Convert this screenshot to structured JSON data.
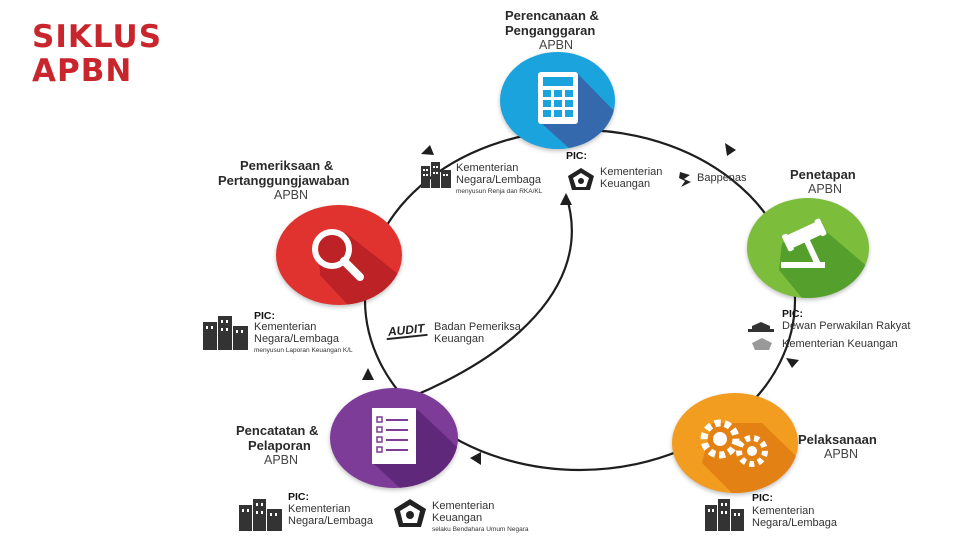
{
  "title": {
    "line1": "SIKLUS",
    "line2": "APBN"
  },
  "colors": {
    "title": "#c8262c",
    "blue": "#1aa3dc",
    "green": "#7cbd3b",
    "orange": "#f29d1f",
    "purple": "#7d3c98",
    "red": "#e0322f"
  },
  "stages": {
    "perencanaan": {
      "name1": "Perencanaan &",
      "name2": "Penganggaran",
      "sub": "APBN",
      "icon": "calculator-icon"
    },
    "penetapan": {
      "name1": "Penetapan",
      "sub": "APBN",
      "icon": "gavel-icon"
    },
    "pelaksanaan": {
      "name1": "Pelaksanaan",
      "sub": "APBN",
      "icon": "gears-icon"
    },
    "pencatatan": {
      "name1": "Pencatatan &",
      "name2": "Pelaporan",
      "sub": "APBN",
      "icon": "checklist-icon"
    },
    "pemeriksaan": {
      "name1": "Pemeriksaan &",
      "name2": "Pertanggungjawaban",
      "sub": "APBN",
      "icon": "magnifier-icon"
    }
  },
  "pics": {
    "perencanaan": {
      "label": "PIC:",
      "kl1": "Kementerian",
      "kl2": "Negara/Lembaga",
      "kl_note": "menyusun Renja dan RKA/KL",
      "keu1": "Kementerian",
      "keu2": "Keuangan",
      "bappenas": "Bappenas"
    },
    "penetapan": {
      "label": "PIC:",
      "dpr": "Dewan Perwakilan Rakyat",
      "keu": "Kementerian Keuangan"
    },
    "pelaksanaan": {
      "label": "PIC:",
      "kl1": "Kementerian",
      "kl2": "Negara/Lembaga"
    },
    "pencatatan": {
      "label": "PIC:",
      "kl1": "Kementerian",
      "kl2": "Negara/Lembaga",
      "keu1": "Kementerian",
      "keu2": "Keuangan",
      "keu_note": "selaku Bendahara Umum Negara"
    },
    "pemeriksaan": {
      "label": "PIC:",
      "kl1": "Kementerian",
      "kl2": "Negara/Lembaga",
      "kl_note": "menyusun Laporan Keuangan K/L",
      "audit": "AUDIT",
      "bpk1": "Badan Pemeriksa",
      "bpk2": "Keuangan"
    }
  }
}
